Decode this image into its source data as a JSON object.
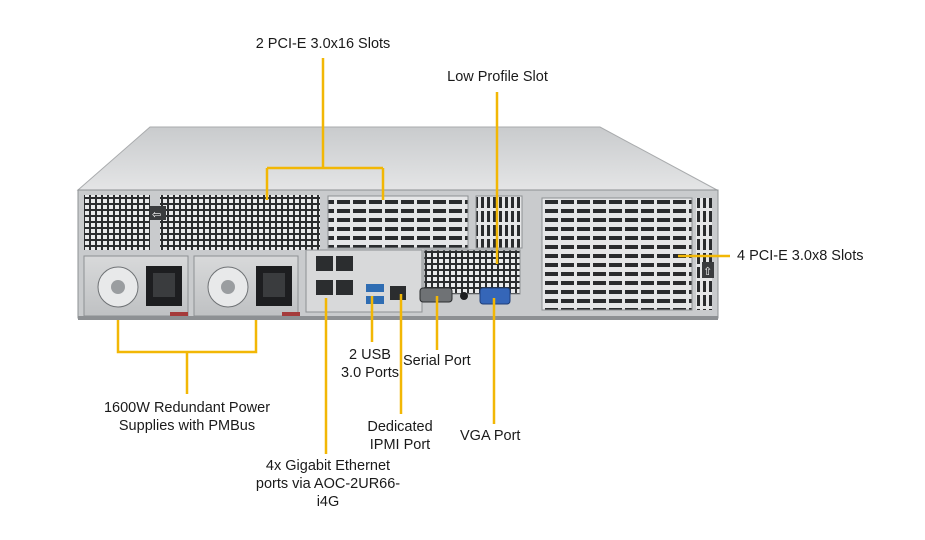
{
  "colors": {
    "callout": "#f2b705",
    "chassis_light": "#d4d6d8",
    "chassis_dark": "#8d9093",
    "text": "#1a1a1a"
  },
  "labels": {
    "pcie_x16": "2 PCI-E 3.0x16 Slots",
    "low_profile": "Low Profile Slot",
    "pcie_x8": "4 PCI-E 3.0x8 Slots",
    "usb_line1": "2 USB",
    "usb_line2": "3.0 Ports",
    "serial": "Serial Port",
    "psu_line1": "1600W Redundant Power",
    "psu_line2": "Supplies with PMBus",
    "ipmi_line1": "Dedicated",
    "ipmi_line2": "IPMI Port",
    "vga": "VGA Port",
    "eth_line1": "4x Gigabit Ethernet",
    "eth_line2": "ports via AOC-2UR66-",
    "eth_line3": "i4G"
  }
}
